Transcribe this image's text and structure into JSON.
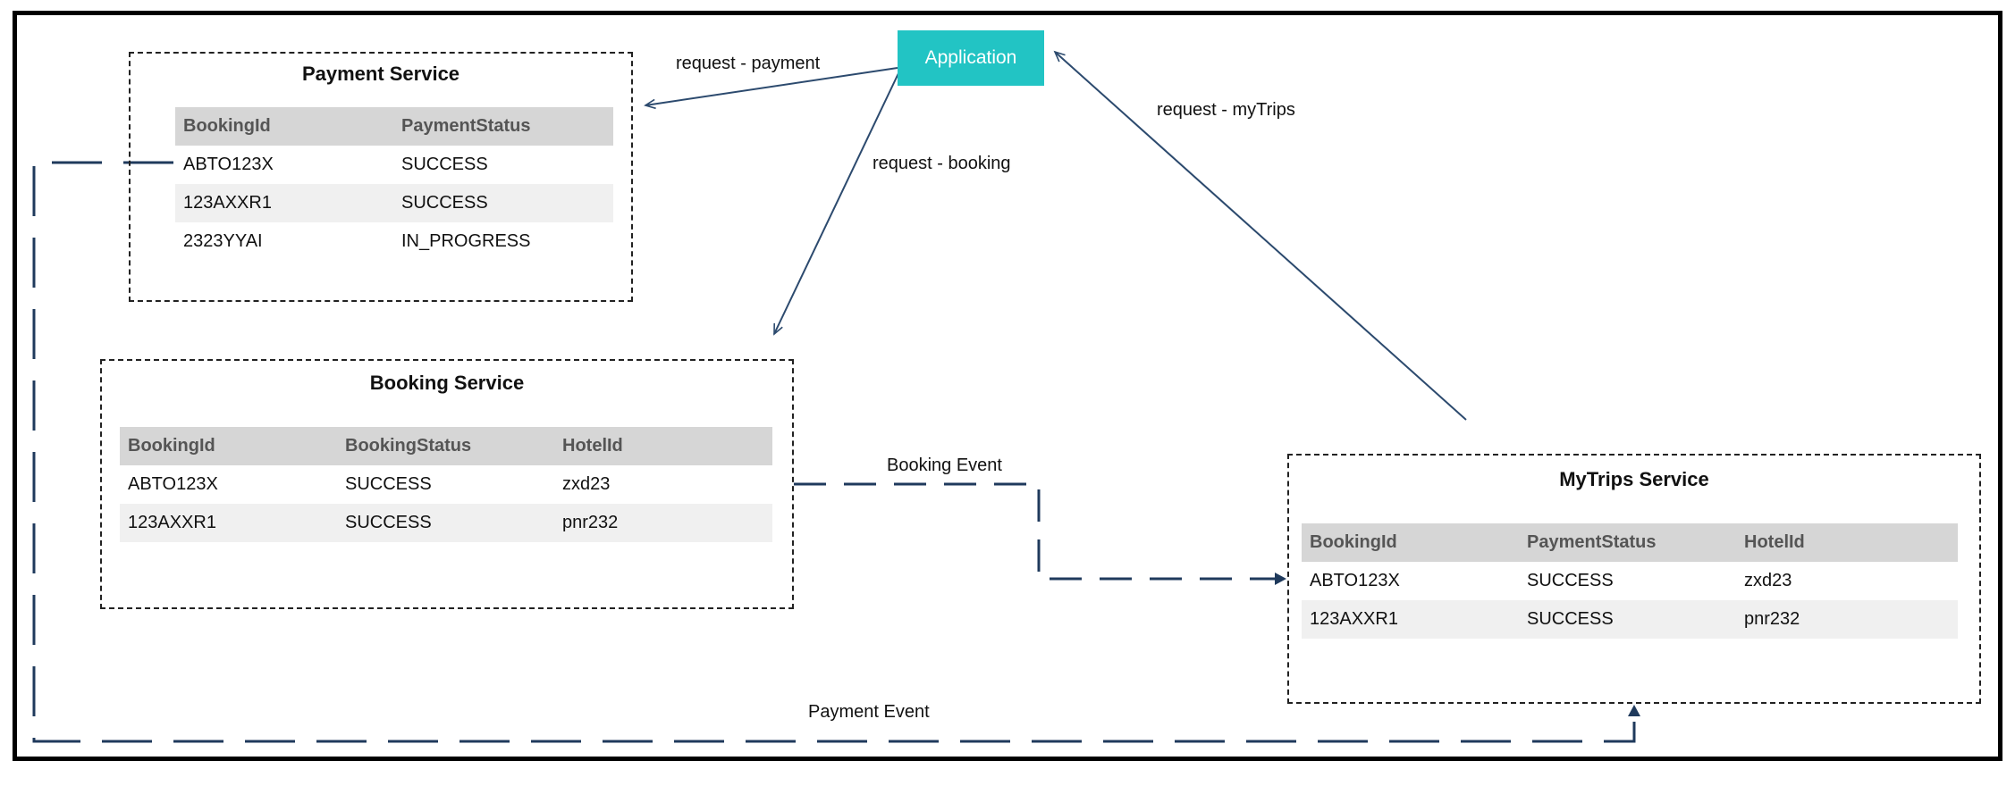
{
  "application": {
    "label": "Application"
  },
  "payment_service": {
    "title": "Payment Service",
    "columns": [
      "BookingId",
      "PaymentStatus"
    ],
    "rows": [
      [
        "ABTO123X",
        "SUCCESS"
      ],
      [
        "123AXXR1",
        "SUCCESS"
      ],
      [
        "2323YYAI",
        "IN_PROGRESS"
      ]
    ]
  },
  "booking_service": {
    "title": "Booking Service",
    "columns": [
      "BookingId",
      "BookingStatus",
      "HotelId"
    ],
    "rows": [
      [
        "ABTO123X",
        "SUCCESS",
        "zxd23"
      ],
      [
        "123AXXR1",
        "SUCCESS",
        "pnr232"
      ]
    ]
  },
  "mytrips_service": {
    "title": "MyTrips Service",
    "columns": [
      "BookingId",
      "PaymentStatus",
      "HotelId"
    ],
    "rows": [
      [
        "ABTO123X",
        "SUCCESS",
        "zxd23"
      ],
      [
        "123AXXR1",
        "SUCCESS",
        "pnr232"
      ]
    ]
  },
  "edges": {
    "request_payment": "request - payment",
    "request_booking": "request - booking",
    "request_mytrips": "request - myTrips",
    "booking_event": "Booking Event",
    "payment_event": "Payment Event"
  },
  "colors": {
    "application": "#22c4c4",
    "event_line": "#1f3a5c",
    "request_line": "#2c4a6e",
    "table_header": "#d6d6d6",
    "table_alt_row": "#f0f0f0"
  }
}
